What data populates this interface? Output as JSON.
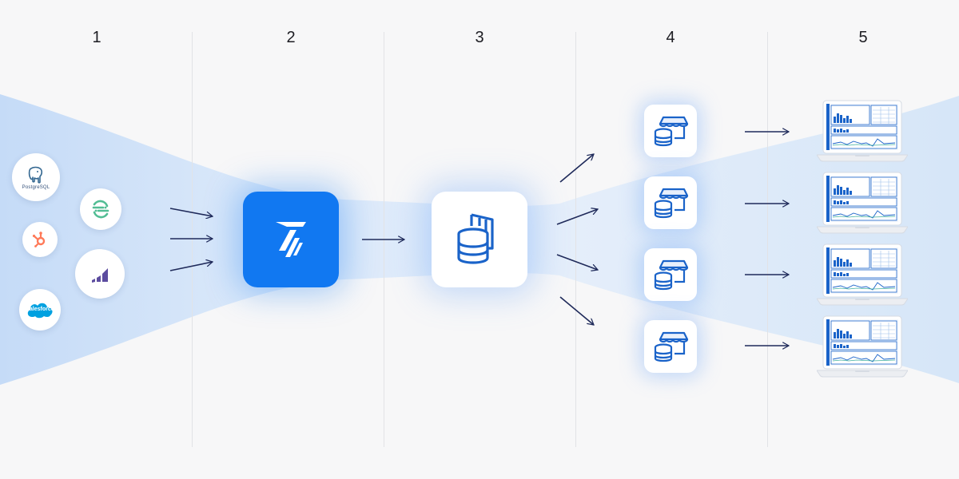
{
  "steps": [
    {
      "number": "1"
    },
    {
      "number": "2"
    },
    {
      "number": "3"
    },
    {
      "number": "4"
    },
    {
      "number": "5"
    }
  ],
  "sources": {
    "postgres_label": "PostgreSQL",
    "salesforce_label": "salesforce"
  },
  "icons": {
    "postgres": "postgresql-logo-icon",
    "segment": "segment-logo-icon",
    "hubspot": "hubspot-logo-icon",
    "marketo": "marketo-logo-icon",
    "salesforce": "salesforce-logo-icon",
    "pipeline": "pipeline-logo-icon",
    "warehouse": "data-warehouse-icon",
    "datamart": "data-mart-icon",
    "dashboard": "dashboard-laptop-icon"
  },
  "colors": {
    "background": "#f7f7f8",
    "band": "#c9def8",
    "accent": "#1178f1",
    "arrow": "#1f2a5a",
    "divider": "#e2e3e6"
  }
}
